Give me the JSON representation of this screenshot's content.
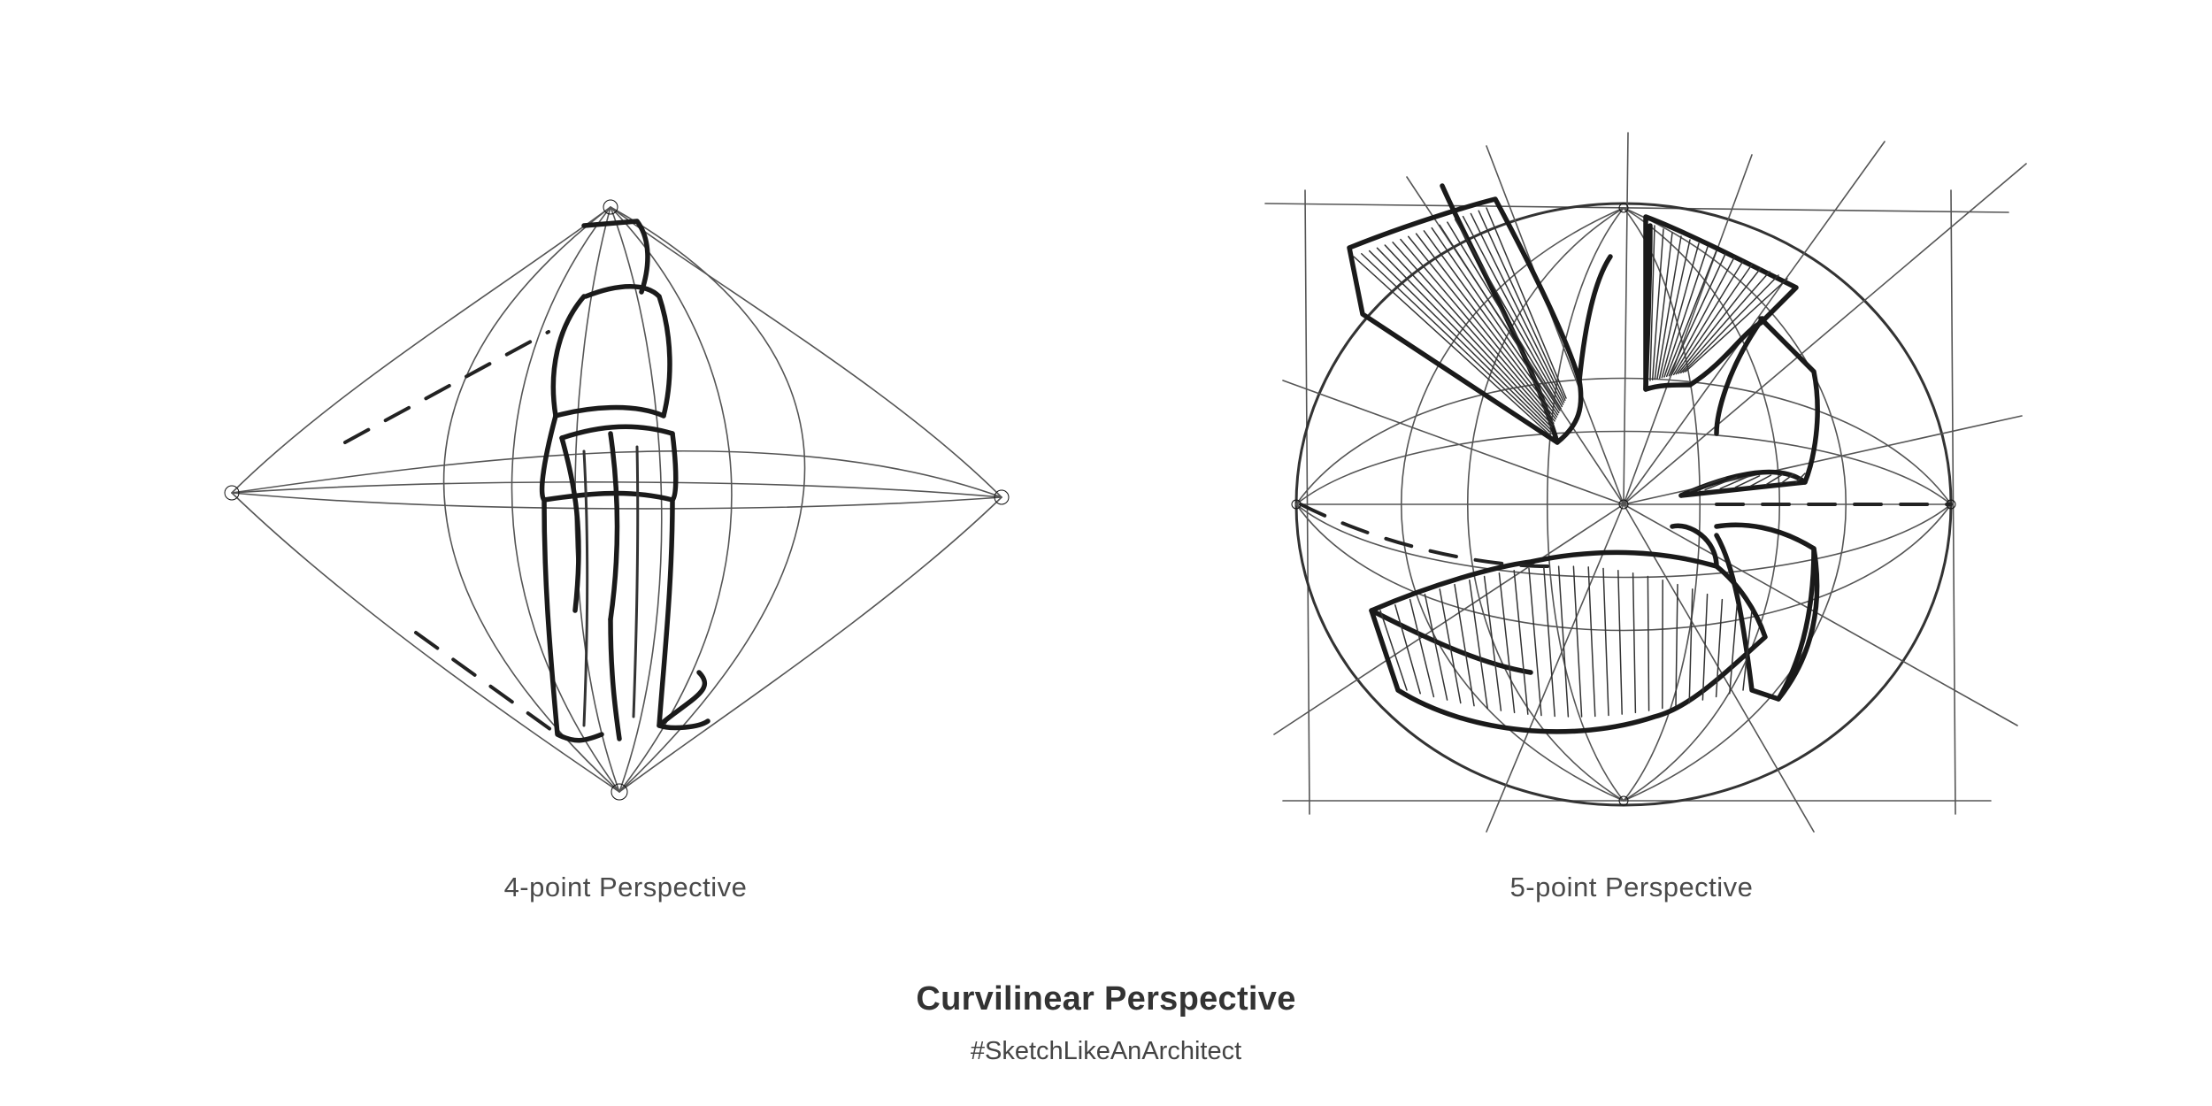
{
  "figures": [
    {
      "caption": "4-point Perspective",
      "icon": "four-point-perspective-sketch"
    },
    {
      "caption": "5-point Perspective",
      "icon": "five-point-perspective-sketch"
    }
  ],
  "title": "Curvilinear Perspective",
  "hashtag": "#SketchLikeAnArchitect"
}
